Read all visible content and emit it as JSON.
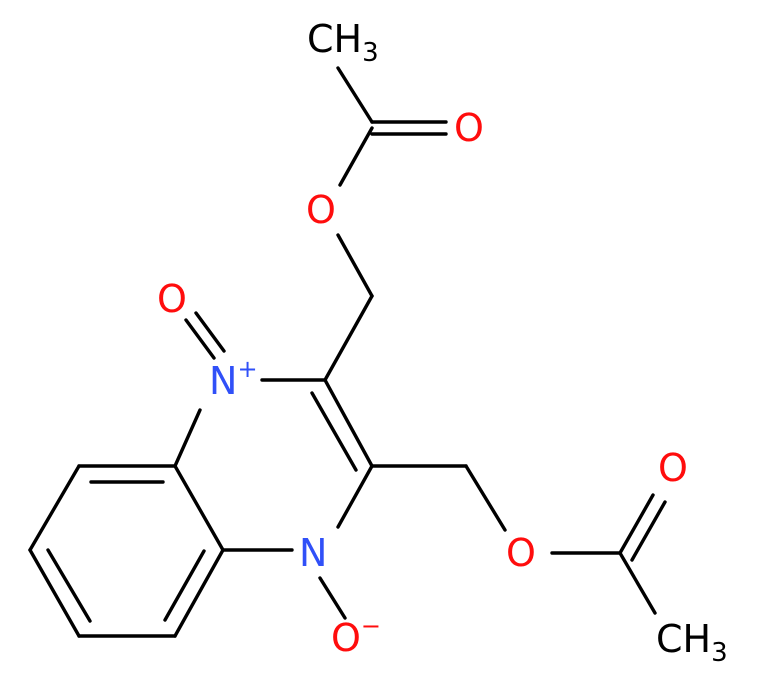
{
  "molecule": {
    "atoms": {
      "ch3_top": {
        "main": "CH",
        "sub": "3"
      },
      "o_carbonyl_top": {
        "main": "O"
      },
      "o_ester_top": {
        "main": "O"
      },
      "n_plus": {
        "main": "N",
        "sup": "+"
      },
      "o_noxide": {
        "main": "O"
      },
      "n_bottom": {
        "main": "N"
      },
      "o_minus": {
        "main": "O",
        "sup": "−"
      },
      "o_ester_right": {
        "main": "O"
      },
      "o_carbonyl_right": {
        "main": "O"
      },
      "ch3_right": {
        "main": "CH",
        "sub": "3"
      }
    },
    "colors": {
      "carbon": "#000000",
      "oxygen": "#ff0d0d",
      "nitrogen": "#3050f8"
    }
  }
}
